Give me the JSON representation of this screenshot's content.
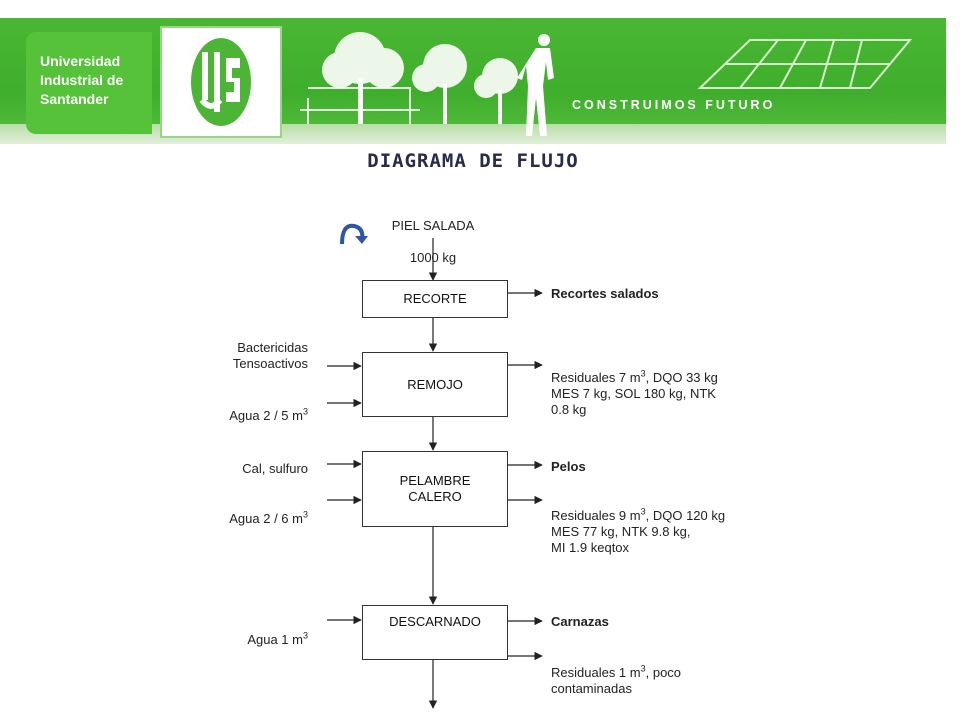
{
  "header": {
    "university": "Universidad\nIndustrial de\nSantander",
    "slogan": "CONSTRUIMOS FUTURO",
    "brand_color": "#49b733"
  },
  "title": "DIAGRAMA DE FLUJO",
  "flow": {
    "input": {
      "name": "PIEL SALADA",
      "amount": "1000 kg"
    },
    "steps": [
      {
        "name": "RECORTE",
        "inputs": [],
        "outputs": [
          {
            "text": "Recortes salados",
            "bold": true
          }
        ]
      },
      {
        "name": "REMOJO",
        "inputs": [
          {
            "text": "Bactericidas\nTensoactivos"
          },
          {
            "text": "Agua 2 / 5 m",
            "sup": "3"
          }
        ],
        "outputs": [
          {
            "text": "Residuales 7 m",
            "sup": "3",
            "rest": ", DQO 33 kg\nMES 7 kg, SOL 180 kg, NTK\n0.8 kg"
          }
        ]
      },
      {
        "name": "PELAMBRE\nCALERO",
        "inputs": [
          {
            "text": "Cal, sulfuro"
          },
          {
            "text": "Agua 2 / 6 m",
            "sup": "3"
          }
        ],
        "outputs": [
          {
            "text": "Pelos",
            "bold": true
          },
          {
            "text": "Residuales 9 m",
            "sup": "3",
            "rest": ", DQO 120 kg\nMES  77  kg,   NTK  9.8   kg,\nMI  1.9 keqtox"
          }
        ]
      },
      {
        "name": "DESCARNADO",
        "inputs": [
          {
            "text": "Agua 1 m",
            "sup": "3"
          }
        ],
        "outputs": [
          {
            "text": "Carnazas",
            "bold": true
          },
          {
            "text": "Residuales 1 m",
            "sup": "3",
            "rest": ", poco\ncontaminadas"
          }
        ]
      }
    ]
  }
}
